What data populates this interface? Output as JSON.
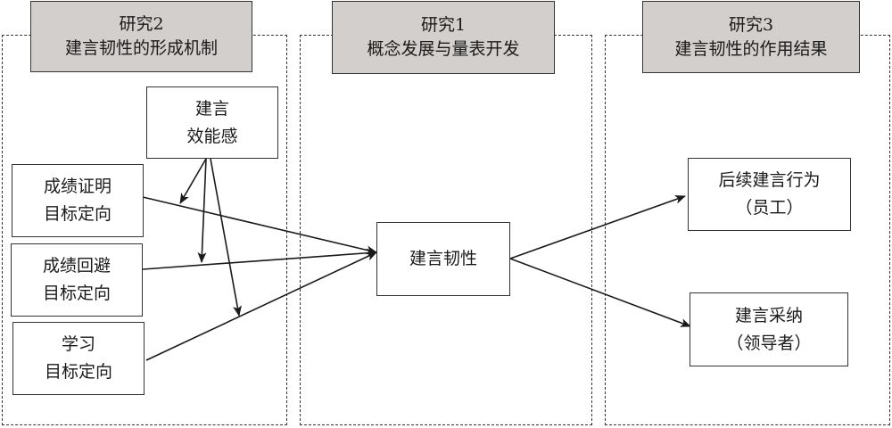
{
  "panels": [
    {
      "id": "study2",
      "header_line1": "研究2",
      "header_line2": "建言韧性的形成机制"
    },
    {
      "id": "study1",
      "header_line1": "研究1",
      "header_line2": "概念发展与量表开发"
    },
    {
      "id": "study3",
      "header_line1": "研究3",
      "header_line2": "建言韧性的作用结果"
    }
  ],
  "nodes": {
    "voice_efficacy": {
      "line1": "建言",
      "line2": "效能感"
    },
    "prove_goal": {
      "line1": "成绩证明",
      "line2": "目标定向"
    },
    "avoid_goal": {
      "line1": "成绩回避",
      "line2": "目标定向"
    },
    "learning_goal": {
      "line1": "学习",
      "line2": "目标定向"
    },
    "voice_resilience": {
      "line1": "建言韧性"
    },
    "subsequent_voice": {
      "line1": "后续建言行为",
      "line2": "（员工）"
    },
    "voice_adoption": {
      "line1": "建言采纳",
      "line2": "（领导者）"
    }
  },
  "edges": [
    {
      "from": "prove_goal",
      "to": "voice_resilience",
      "type": "direct"
    },
    {
      "from": "avoid_goal",
      "to": "voice_resilience",
      "type": "direct"
    },
    {
      "from": "learning_goal",
      "to": "voice_resilience",
      "type": "direct"
    },
    {
      "from": "voice_efficacy",
      "to": "prove_goal->voice_resilience",
      "type": "moderation"
    },
    {
      "from": "voice_efficacy",
      "to": "avoid_goal->voice_resilience",
      "type": "moderation"
    },
    {
      "from": "voice_efficacy",
      "to": "learning_goal->voice_resilience",
      "type": "moderation"
    },
    {
      "from": "voice_resilience",
      "to": "subsequent_voice",
      "type": "direct"
    },
    {
      "from": "voice_resilience",
      "to": "voice_adoption",
      "type": "direct"
    }
  ],
  "colors": {
    "header_fill": "#d3cfcd",
    "stroke": "#1a1a1a"
  }
}
